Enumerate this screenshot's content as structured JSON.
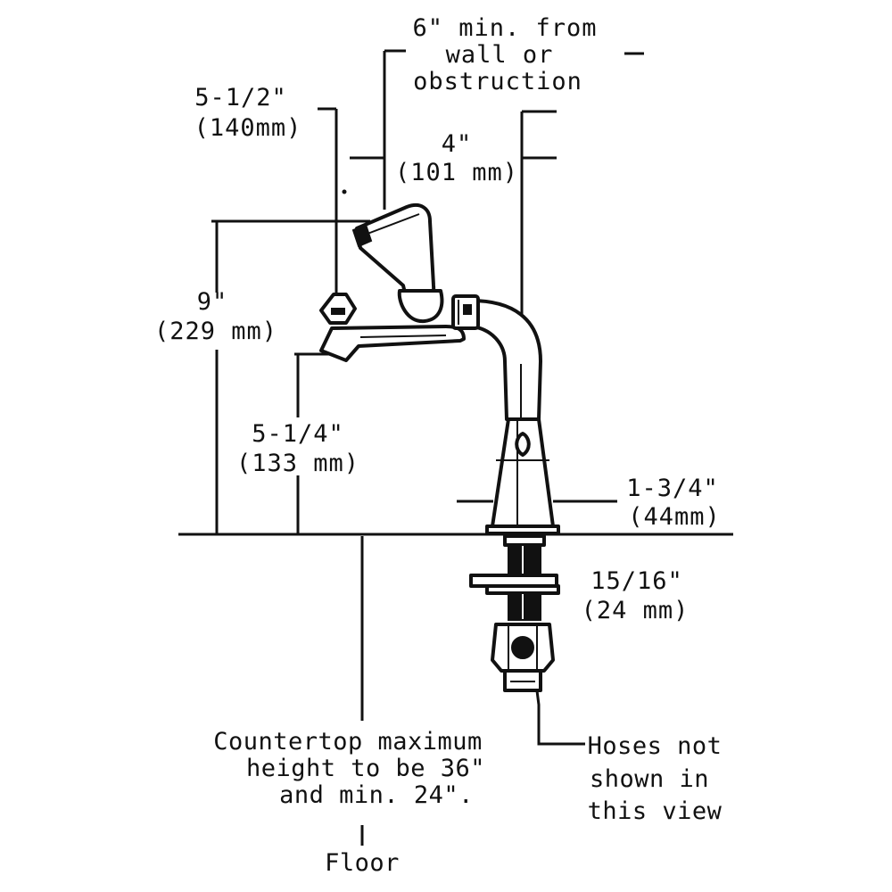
{
  "dimensions": {
    "wall_clearance": {
      "line1": "6\" min. from",
      "line2": "wall or",
      "line3": "obstruction"
    },
    "spout_reach": {
      "imperial": "5-1/2\"",
      "metric": "(140mm)"
    },
    "pivot_offset": {
      "imperial": "4\"",
      "metric": "(101 mm)"
    },
    "overall_height": {
      "imperial": "9\"",
      "metric": "(229 mm)"
    },
    "spout_height": {
      "imperial": "5-1/4\"",
      "metric": "(133 mm)"
    },
    "base_diameter": {
      "imperial": "1-3/4\"",
      "metric": "(44mm)"
    },
    "shank_diameter": {
      "imperial": "15/16\"",
      "metric": "(24 mm)"
    }
  },
  "notes": {
    "countertop": {
      "line1": "Countertop  maximum",
      "line2": "height to be  36\"",
      "line3": "and min. 24\"."
    },
    "floor": "Floor",
    "hoses": {
      "line1": "Hoses not",
      "line2": "shown in",
      "line3": "this view"
    }
  }
}
